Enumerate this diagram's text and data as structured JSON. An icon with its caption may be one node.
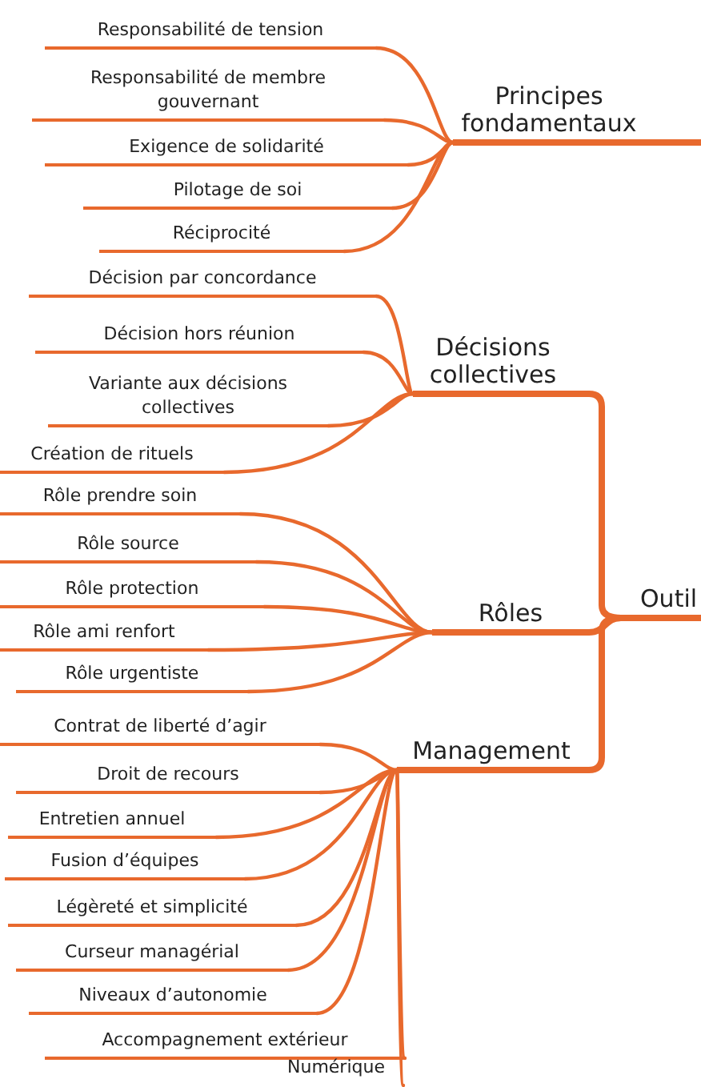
{
  "diagram": {
    "nodes": [
      {
        "text": [
          "Principes fondamentaux"
        ]
      },
      {
        "text": [
          "Responsabilité de tension"
        ]
      },
      {
        "text": [
          "Responsabilité de membre gouvernant"
        ]
      },
      {
        "text": [
          "Exigence de solidarité"
        ]
      },
      {
        "text": [
          "Pilotage de soi"
        ]
      },
      {
        "text": [
          "Réciprocité"
        ]
      },
      {
        "text": [
          "Décisions collectives"
        ]
      },
      {
        "text": [
          "Décision par concordance"
        ]
      },
      {
        "text": [
          "Décision hors réunion"
        ]
      },
      {
        "text": [
          "Variante aux décisions collectives"
        ]
      },
      {
        "text": [
          "Création de rituels"
        ]
      },
      {
        "text": [
          "Outil"
        ]
      },
      {
        "text": [
          "Rôles"
        ]
      },
      {
        "text": [
          "Rôle prendre soin"
        ]
      },
      {
        "text": [
          "Rôle source"
        ]
      },
      {
        "text": [
          "Rôle protection"
        ]
      },
      {
        "text": [
          "Rôle ami renfort"
        ]
      },
      {
        "text": [
          "Rôle urgentiste"
        ]
      },
      {
        "text": [
          "Management"
        ]
      },
      {
        "text": [
          "Contrat de liberté d’agir"
        ]
      },
      {
        "text": [
          "Droit de recours"
        ]
      },
      {
        "text": [
          "Entretien annuel"
        ]
      },
      {
        "text": [
          "Fusion d’équipes"
        ]
      },
      {
        "text": [
          "Légèreté et simplicité"
        ]
      },
      {
        "text": [
          "Curseur managérial"
        ]
      },
      {
        "text": [
          "Niveaux d’autonomie"
        ]
      },
      {
        "text": [
          "Accompagnement extérieur"
        ]
      },
      {
        "text": [
          "Numérique"
        ]
      }
    ],
    "edges": [
      {
        "from": 0,
        "to": null,
        "arrow": "none",
        "style": "thick"
      },
      {
        "from": 0,
        "to": 1,
        "arrow": "none"
      },
      {
        "from": 0,
        "to": 2,
        "arrow": "none"
      },
      {
        "from": 0,
        "to": 3,
        "arrow": "none"
      },
      {
        "from": 0,
        "to": 4,
        "arrow": "none"
      },
      {
        "from": 0,
        "to": 5,
        "arrow": "none"
      },
      {
        "from": 11,
        "to": 6,
        "arrow": "none",
        "style": "thick"
      },
      {
        "from": 6,
        "to": 7,
        "arrow": "none"
      },
      {
        "from": 6,
        "to": 8,
        "arrow": "none"
      },
      {
        "from": 6,
        "to": 9,
        "arrow": "none"
      },
      {
        "from": 6,
        "to": 10,
        "arrow": "none"
      },
      {
        "from": 11,
        "to": 12,
        "arrow": "none",
        "style": "thick"
      },
      {
        "from": 12,
        "to": 13,
        "arrow": "none"
      },
      {
        "from": 12,
        "to": 14,
        "arrow": "none"
      },
      {
        "from": 12,
        "to": 15,
        "arrow": "none"
      },
      {
        "from": 12,
        "to": 16,
        "arrow": "none"
      },
      {
        "from": 12,
        "to": 17,
        "arrow": "none"
      },
      {
        "from": 11,
        "to": 18,
        "arrow": "none",
        "style": "thick"
      },
      {
        "from": 18,
        "to": 19,
        "arrow": "none"
      },
      {
        "from": 18,
        "to": 20,
        "arrow": "none"
      },
      {
        "from": 18,
        "to": 21,
        "arrow": "none"
      },
      {
        "from": 18,
        "to": 22,
        "arrow": "none"
      },
      {
        "from": 18,
        "to": 23,
        "arrow": "none"
      },
      {
        "from": 18,
        "to": 24,
        "arrow": "none"
      },
      {
        "from": 18,
        "to": 25,
        "arrow": "none"
      },
      {
        "from": 18,
        "to": 26,
        "arrow": "none"
      },
      {
        "from": 18,
        "to": 27,
        "arrow": "none"
      }
    ]
  }
}
